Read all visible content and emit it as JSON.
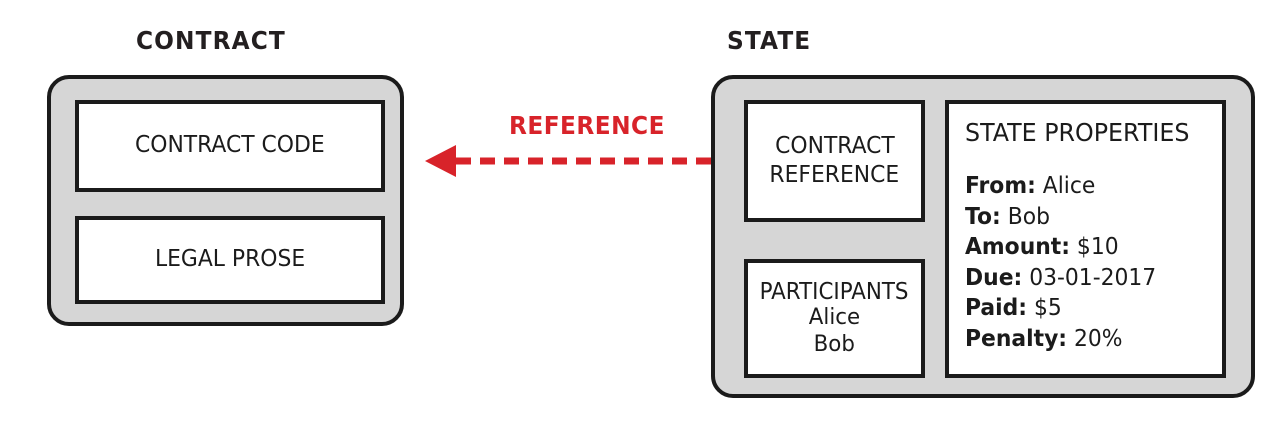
{
  "diagram": {
    "colors": {
      "panel_fill": "#d6d6d6",
      "stroke": "#1b1b1b",
      "box_fill": "#ffffff",
      "accent_red": "#d8232a",
      "background": "#ffffff"
    },
    "contract": {
      "title": "CONTRACT",
      "boxes": [
        {
          "name": "contract-code",
          "label": "CONTRACT CODE"
        },
        {
          "name": "legal-prose",
          "label": "LEGAL PROSE"
        }
      ]
    },
    "state": {
      "title": "STATE",
      "contract_reference": {
        "line1": "CONTRACT",
        "line2": "REFERENCE"
      },
      "participants": {
        "heading": "PARTICIPANTS",
        "names": [
          "Alice",
          "Bob"
        ]
      },
      "state_properties": {
        "heading": "STATE PROPERTIES",
        "rows": [
          {
            "key": "From:",
            "value": "Alice"
          },
          {
            "key": "To:",
            "value": "Bob"
          },
          {
            "key": "Amount:",
            "value": "$10"
          },
          {
            "key": "Due:",
            "value": "03-01-2017"
          },
          {
            "key": "Paid:",
            "value": "$5"
          },
          {
            "key": "Penalty:",
            "value": "20%"
          }
        ]
      }
    },
    "connector": {
      "label": "REFERENCE",
      "style": "dashed-arrow",
      "direction": "state-to-contract",
      "color": "#d8232a"
    }
  }
}
